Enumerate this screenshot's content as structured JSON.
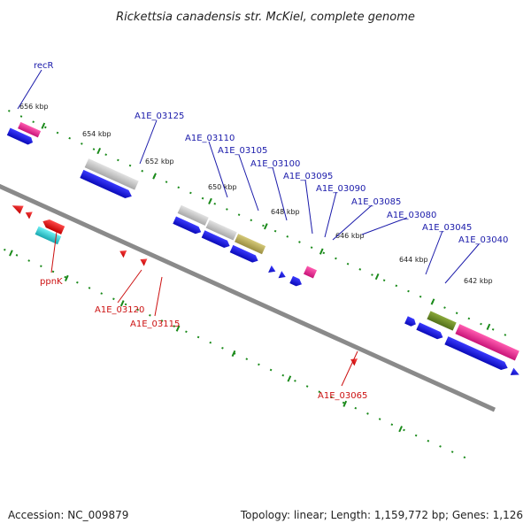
{
  "title": "Rickettsia canadensis str. McKiel, complete genome",
  "footer": {
    "accession": "Accession: NC_009879",
    "summary": "Topology: linear; Length: 1,159,772 bp; Genes: 1,126"
  },
  "kbp_labels": [
    "656 kbp",
    "654 kbp",
    "652 kbp",
    "650 kbp",
    "648 kbp",
    "646 kbp",
    "644 kbp",
    "642 kbp"
  ],
  "labels_top": [
    "recR",
    "A1E_03125",
    "A1E_03110",
    "A1E_03105",
    "A1E_03100",
    "A1E_03095",
    "A1E_03090",
    "A1E_03085",
    "A1E_03080",
    "A1E_03045",
    "A1E_03040"
  ],
  "labels_bottom": [
    "ppnK",
    "A1E_03120",
    "A1E_03115",
    "A1E_03065"
  ],
  "colors": {
    "blue": "#1a1aaa",
    "red": "#cc1111",
    "tick": "#1a8a1a",
    "axis": "#8a8a8a",
    "gene_blue": "#1010dd",
    "gene_grey": "#bdbdbd",
    "gene_pink": "#e0208a",
    "gene_olive": "#6b8a20",
    "gene_tan": "#b8ac5a",
    "gene_cyan": "#22c8d0",
    "gene_red": "#e01010"
  }
}
